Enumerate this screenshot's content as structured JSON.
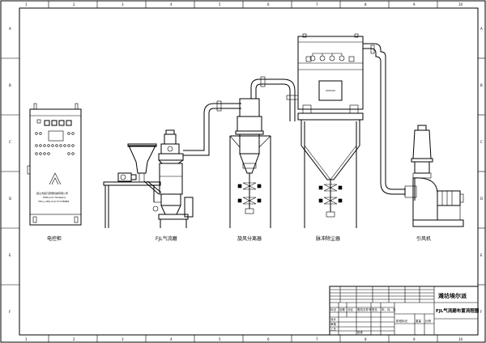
{
  "frame": {
    "top_numbers": [
      "1",
      "2",
      "3",
      "4",
      "5",
      "6",
      "7",
      "8",
      "9",
      "10"
    ],
    "bottom_numbers": [
      "1",
      "2",
      "3",
      "4",
      "5",
      "6",
      "7",
      "8",
      "9",
      "10"
    ],
    "left_letters": [
      "A",
      "B",
      "C",
      "D",
      "E",
      "F"
    ],
    "right_letters": [
      "A",
      "B",
      "C",
      "D",
      "E",
      "F"
    ]
  },
  "equipment_labels": {
    "control_cabinet": "电控柜",
    "jet_mill": "FJL气流磨",
    "cyclone": "旋风分离器",
    "bag_filter": "脉冲除尘器",
    "fan": "引风机"
  },
  "cabinet_text": {
    "line1": "昆山市铭凡研磨机械有限公司",
    "line2": "KMS Jolln Hedeene",
    "line3": "TEL:(+86)-512-57705888"
  },
  "title_block": {
    "company": "潍坊埃尔派",
    "drawing_title": "FJL气流磨布置流程图",
    "row_labels": [
      "标记",
      "处数",
      "分区",
      "更改文件号",
      "签名",
      "年、月、日"
    ],
    "designer": "设计",
    "check": "审核",
    "process": "工艺",
    "approve": "批准",
    "stage": "阶段标记",
    "weight": "重量",
    "scale": "比例"
  }
}
